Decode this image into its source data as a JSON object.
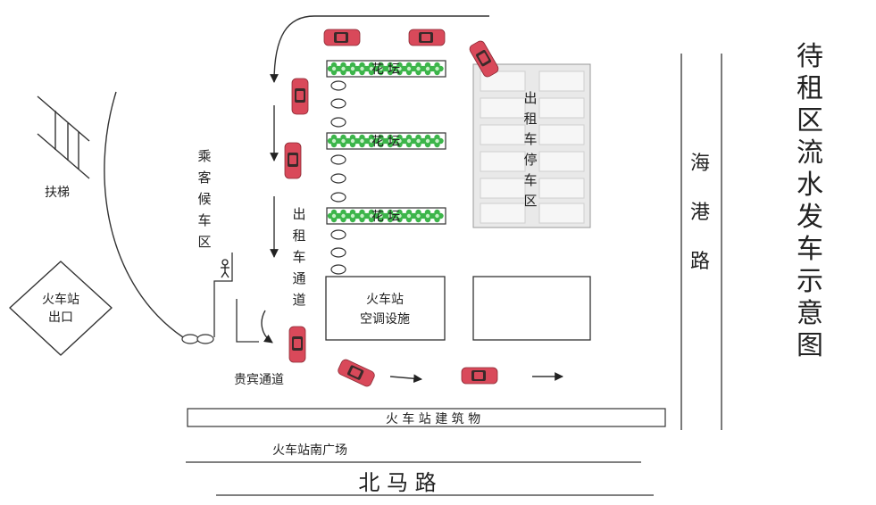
{
  "title": "待租区流水发车示意图",
  "labels": {
    "escalator": "扶梯",
    "station_exit": [
      "火车站",
      "出口"
    ],
    "waiting_area": "乘客候车区",
    "taxi_lane": "出租车通道",
    "vip_lane": "贵宾通道",
    "taxi_parking": "出租车停车区",
    "ac_facility": [
      "火车站",
      "空调设施"
    ],
    "station_building": "火 车 站 建 筑 物",
    "south_square": "火车站南广场",
    "haigang_road": "海港路",
    "beima_road": "北 马 路"
  },
  "flower_beds": [
    {
      "label": "花 坛"
    },
    {
      "label": "花 坛"
    },
    {
      "label": "花 坛"
    }
  ],
  "colors": {
    "car_body": "#d9495a",
    "car_window": "#3a2a2a",
    "flower": "#3cb54a",
    "flower_center": "#c8f0c8",
    "parking_fill": "#e9e9e9",
    "parking_slot": "#f6f6f6",
    "line": "#333333"
  }
}
